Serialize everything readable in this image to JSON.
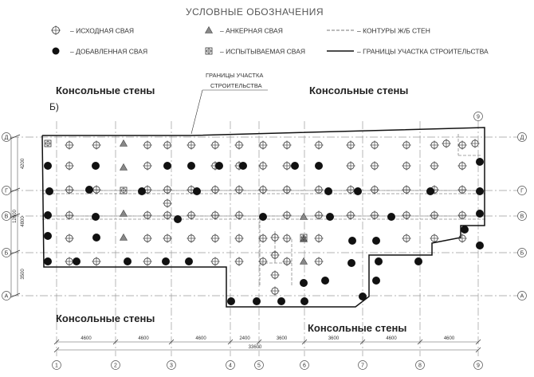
{
  "legend": {
    "title": "УСЛОВНЫЕ ОБОЗНАЧЕНИЯ",
    "items": [
      {
        "icon": "original-pile-icon",
        "label": "– ИСХОДНАЯ СВАЯ"
      },
      {
        "icon": "anchor-pile-icon",
        "label": "– АНКЕРНАЯ СВАЯ"
      },
      {
        "icon": "rc-wall-contour-icon",
        "label": "– КОНТУРЫ Ж/Б СТЕН"
      },
      {
        "icon": "added-pile-icon",
        "label": "– ДОБАВЛЕННАЯ СВАЯ"
      },
      {
        "icon": "test-pile-icon",
        "label": "– ИСПЫТЫВАЕМАЯ СВАЯ"
      },
      {
        "icon": "site-boundary-icon",
        "label": "– ГРАНИЦЫ УЧАСТКА СТРОИТЕЛЬСТВА"
      }
    ]
  },
  "callout": {
    "line1": "ГРАНИЦЫ УЧАСТКА",
    "line2": "СТРОИТЕЛЬСТВА"
  },
  "section_label": "Б)",
  "cantilever_walls": "Консольные стены",
  "grid": {
    "columns": [
      "1",
      "2",
      "3",
      "4",
      "5",
      "6",
      "7",
      "8",
      "9"
    ],
    "rows": [
      "Д",
      "Г",
      "В",
      "Б",
      "А"
    ]
  },
  "dims": {
    "vertical": [
      "4200",
      "4800",
      "3500"
    ],
    "vertical_total": "12600",
    "horizontal": [
      "4600",
      "4600",
      "4600",
      "2400",
      "3600",
      "3600",
      "4600",
      "4600"
    ],
    "horizontal_total": "33600"
  }
}
